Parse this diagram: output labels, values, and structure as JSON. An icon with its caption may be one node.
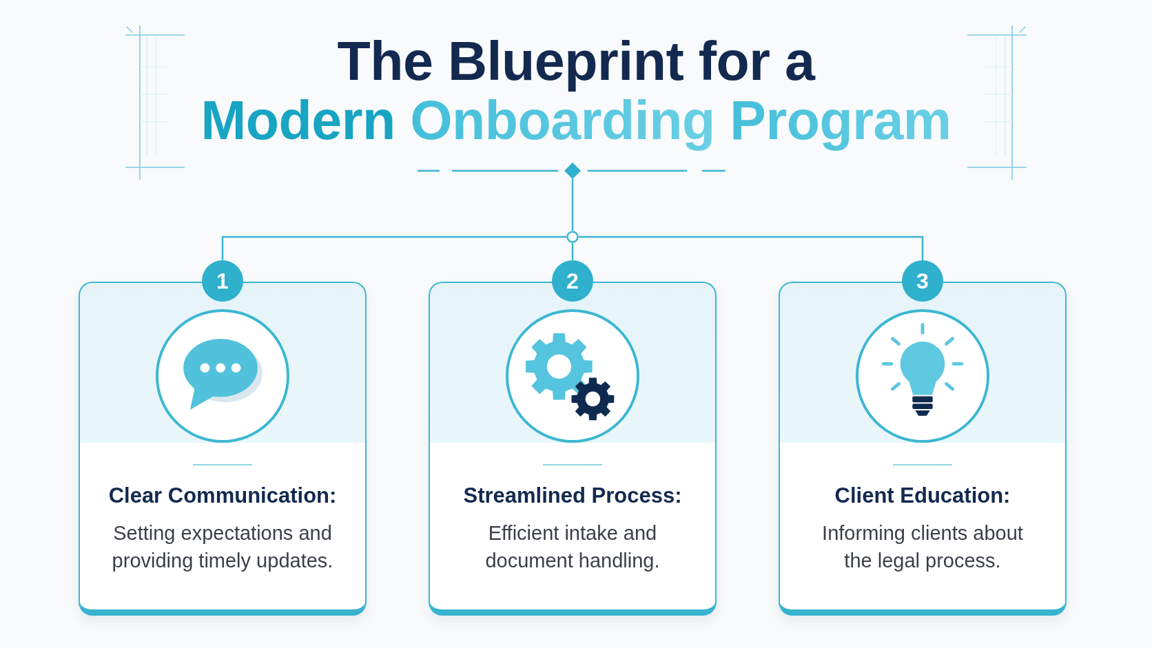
{
  "diagram": {
    "title": "The Blueprint for a Modern Onboarding Program",
    "nodes": [
      {
        "text": [],
        "shape": "diamond"
      },
      {
        "text": [],
        "shape": "circle"
      },
      {
        "text": [
          "1"
        ]
      },
      {
        "text": [
          "Clear Communication:",
          "Setting expectations and providing timely updates."
        ]
      },
      {
        "text": [
          "2"
        ]
      },
      {
        "text": [
          "Streamlined Process:",
          "Efficient intake and document handling."
        ]
      },
      {
        "text": [
          "3"
        ]
      },
      {
        "text": [
          "Client Education:",
          "Informing clients about the legal process."
        ]
      }
    ],
    "edges": [
      {
        "from": 0,
        "to": 1,
        "arrow": "none"
      },
      {
        "from": 1,
        "to": 2,
        "arrow": "none"
      },
      {
        "from": 1,
        "to": 4,
        "arrow": "none"
      },
      {
        "from": 1,
        "to": 6,
        "arrow": "none"
      }
    ]
  }
}
